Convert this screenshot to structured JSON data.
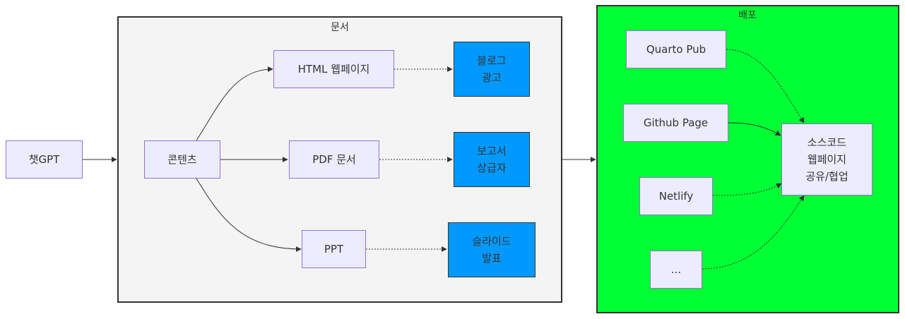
{
  "clusters": {
    "document": {
      "label": "문서"
    },
    "deploy": {
      "label": "배포"
    }
  },
  "nodes": {
    "chatgpt": "챗GPT",
    "content": "콘텐츠",
    "html": "HTML 웹페이지",
    "pdf": "PDF 문서",
    "ppt": "PPT",
    "blog": "블로그\n광고",
    "report": "보고서\n상급자",
    "slide": "슬라이드\n발표",
    "quarto": "Quarto Pub",
    "github": "Github Page",
    "netlify": "Netlify",
    "etc": "...",
    "source": "소스코드\n웹페이지\n공유/협업"
  },
  "colors": {
    "node_fill": "#ececff",
    "node_border": "#9370db",
    "output_fill": "#0099ff",
    "document_cluster_fill": "#f4f4f4",
    "deploy_cluster_fill": "#00ff33",
    "line": "#333333"
  }
}
